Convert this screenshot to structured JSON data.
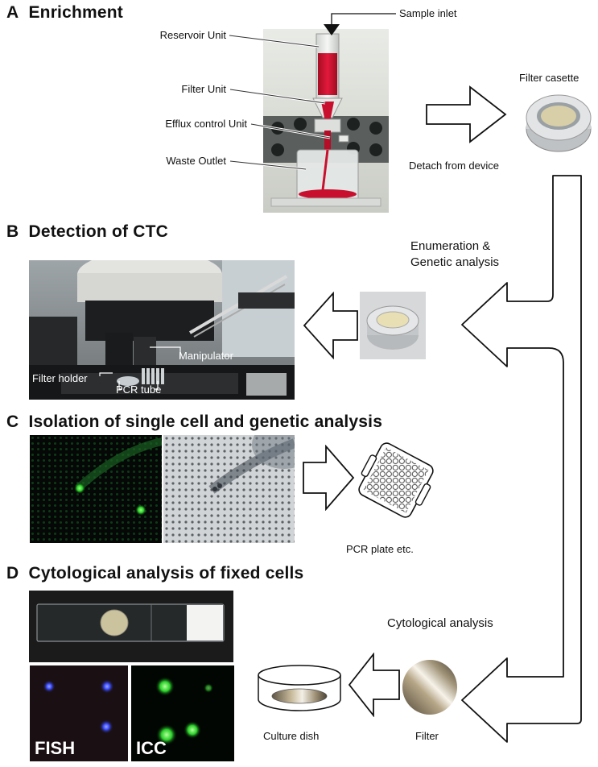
{
  "sections": {
    "a": {
      "letter": "A",
      "title": "Enrichment"
    },
    "b": {
      "letter": "B",
      "title": "Detection of CTC"
    },
    "c": {
      "letter": "C",
      "title": "Isolation of single cell and genetic analysis"
    },
    "d": {
      "letter": "D",
      "title": "Cytological analysis of fixed cells"
    }
  },
  "enrichment": {
    "labels": [
      "Reservoir Unit",
      "Filter Unit",
      "Efflux control Unit",
      "Waste Outlet"
    ],
    "sample_inlet": "Sample inlet",
    "filter_casette": "Filter casette",
    "detach": "Detach from device"
  },
  "detection": {
    "enumeration_line1": "Enumeration &",
    "enumeration_line2": "Genetic analysis",
    "manipulator": "Manipulator",
    "filter_holder": "Filter holder",
    "pcr_tube": "PCR tube"
  },
  "isolation": {
    "pcr_plate": "PCR plate etc."
  },
  "cytology": {
    "cytological_analysis": "Cytological analysis",
    "fish": "FISH",
    "icc": "ICC",
    "culture_dish": "Culture dish",
    "filter": "Filter"
  },
  "colors": {
    "blood_red": "#c8102e",
    "fluorescence_green": "#2bd12b",
    "fish_blue": "#3a4dff"
  }
}
